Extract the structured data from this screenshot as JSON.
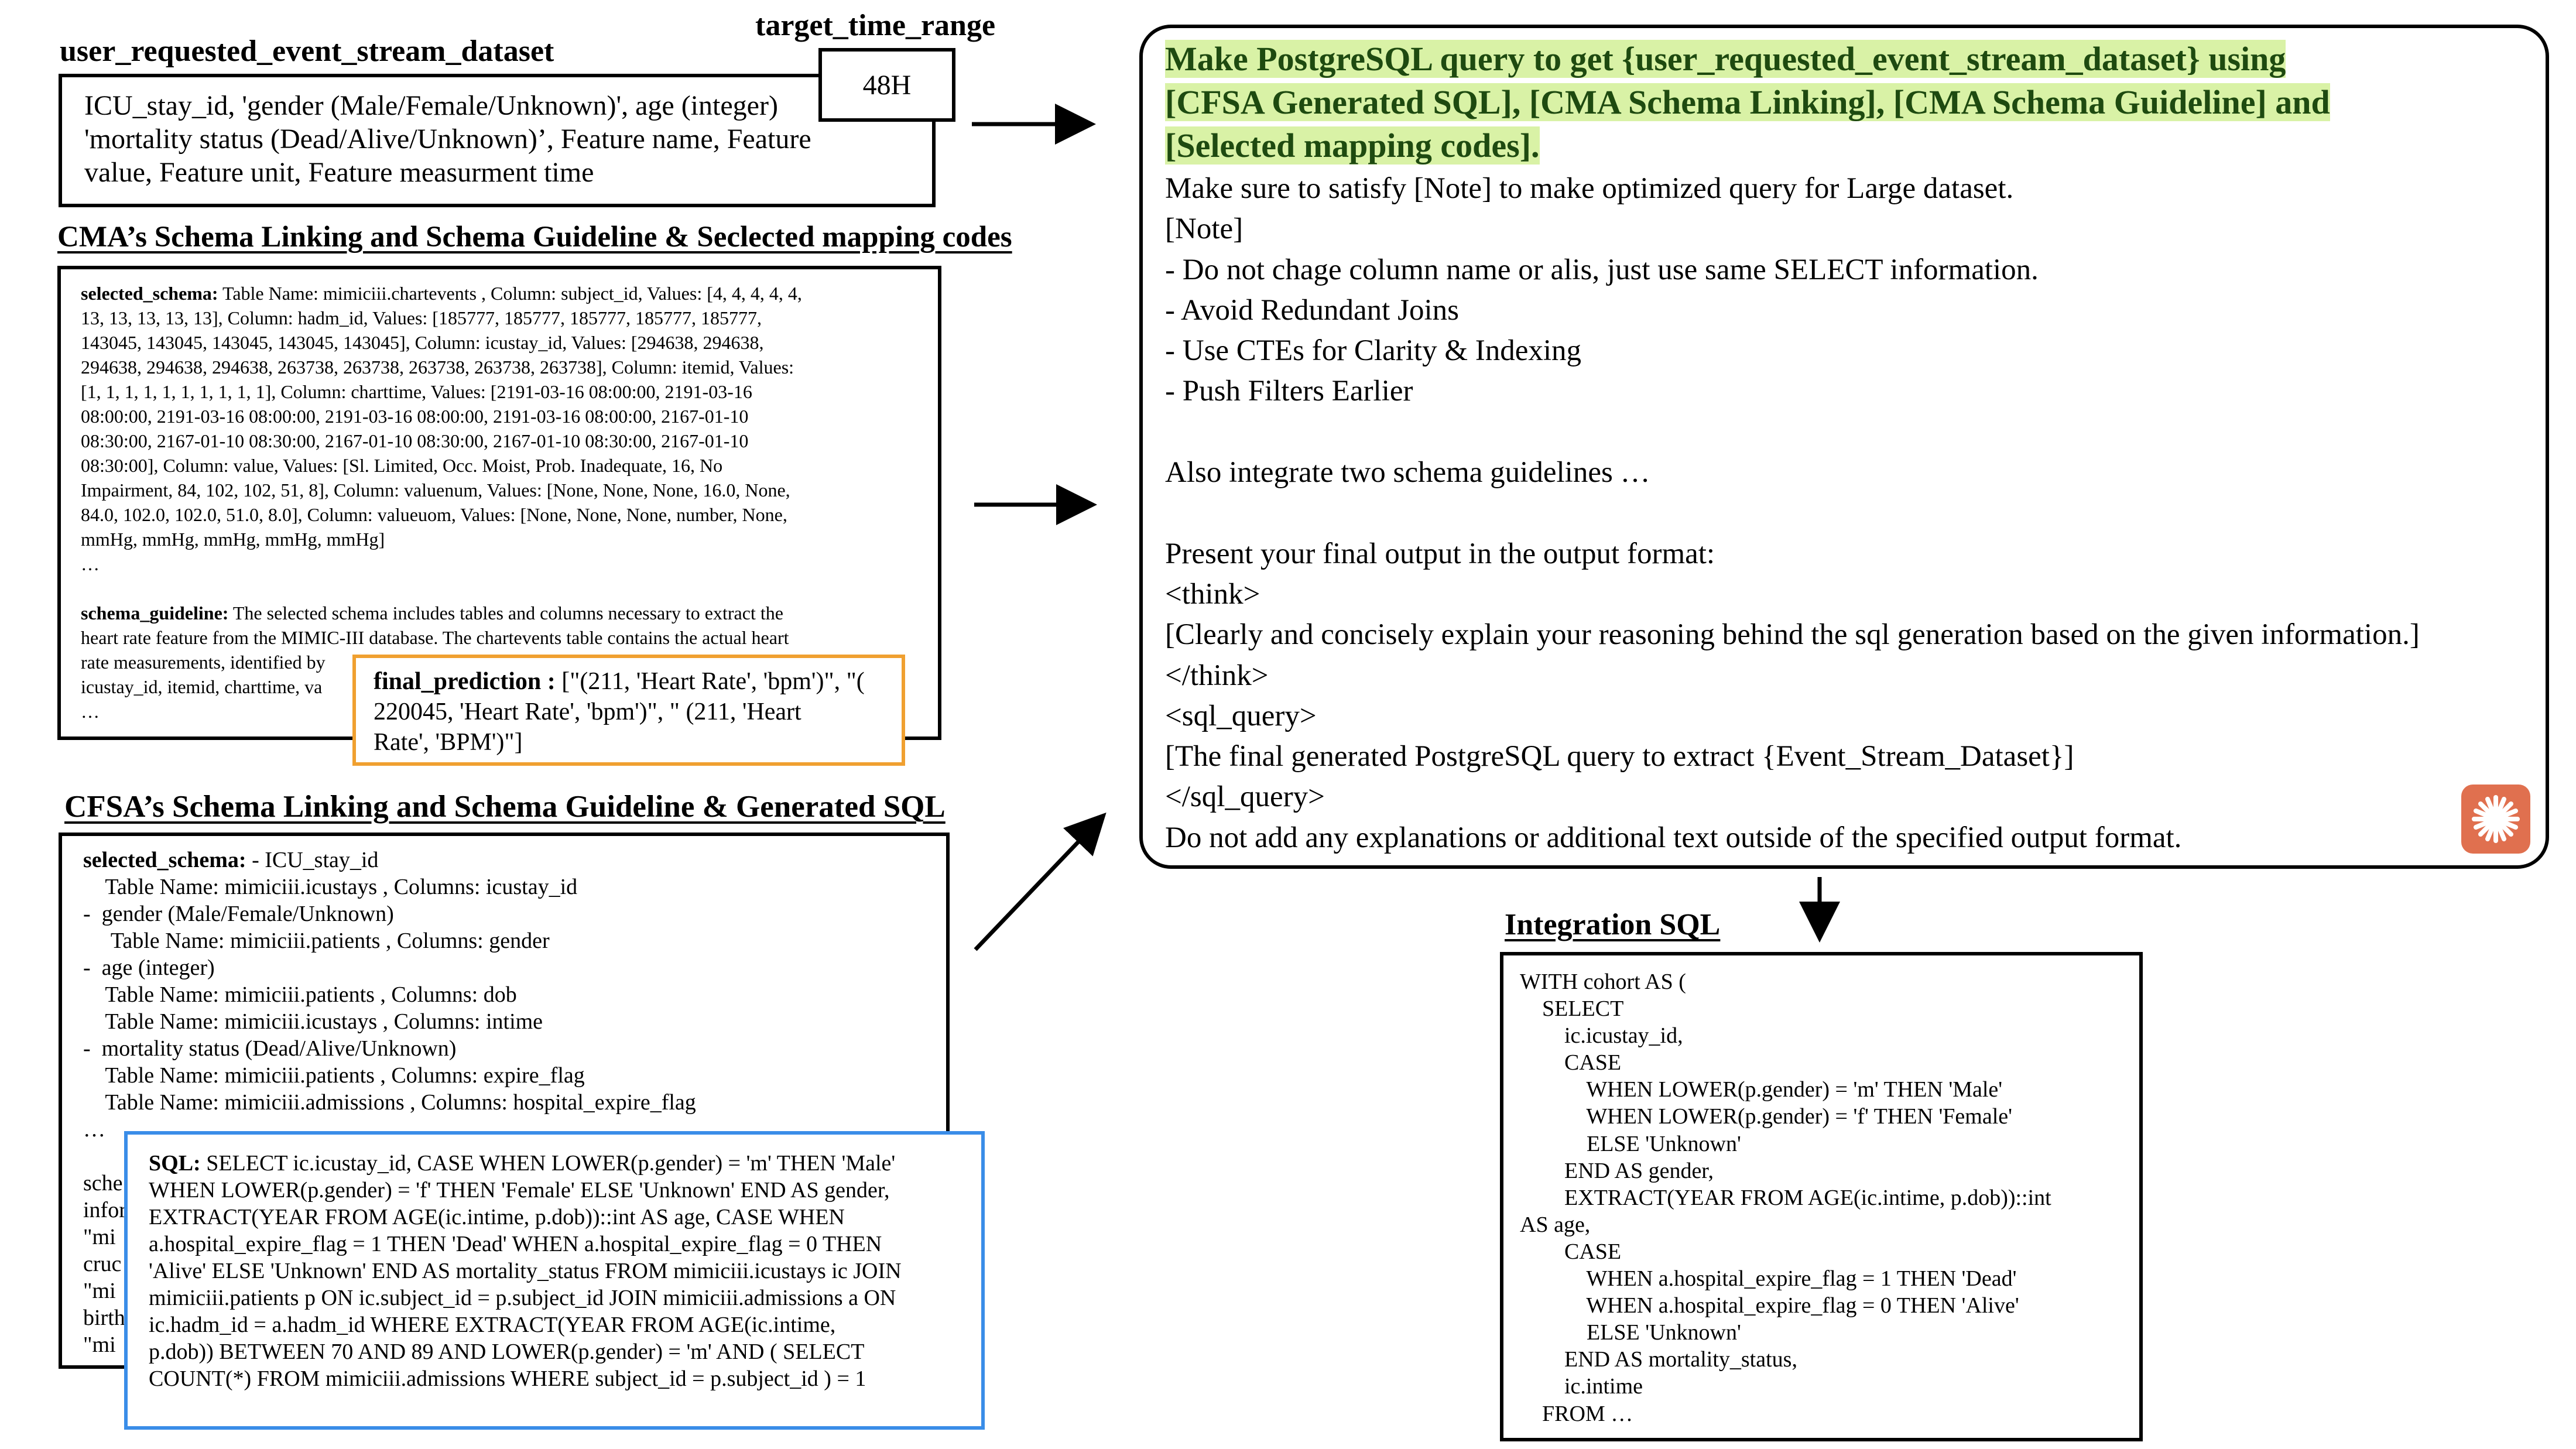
{
  "event_stream": {
    "heading": "user_requested_event_stream_dataset",
    "text": "ICU_stay_id, 'gender (Male/Female/Unknown)', age (integer)\n'mortality status (Dead/Alive/Unknown)’, Feature name, Feature\nvalue, Feature unit, Feature measurment time"
  },
  "target_time_range": {
    "heading": "target_time_range",
    "value": "48H"
  },
  "cma": {
    "heading": "CMA’s Schema Linking and Schema Guideline & Seclected mapping codes",
    "selected_schema_label": "selected_schema:",
    "selected_schema_text": " Table Name: mimiciii.chartevents , Column: subject_id, Values: [4, 4, 4, 4, 4,\n13, 13, 13, 13, 13], Column: hadm_id, Values: [185777, 185777, 185777, 185777, 185777,\n143045, 143045, 143045, 143045, 143045], Column: icustay_id, Values: [294638, 294638,\n294638, 294638, 294638, 263738, 263738, 263738, 263738, 263738], Column: itemid, Values:\n[1, 1, 1, 1, 1, 1, 1, 1, 1, 1], Column: charttime, Values: [2191-03-16 08:00:00, 2191-03-16\n08:00:00, 2191-03-16 08:00:00, 2191-03-16 08:00:00, 2191-03-16 08:00:00, 2167-01-10\n08:30:00, 2167-01-10 08:30:00, 2167-01-10 08:30:00, 2167-01-10 08:30:00, 2167-01-10\n08:30:00], Column: value, Values: [Sl. Limited, Occ. Moist, Prob. Inadequate, 16, No\nImpairment, 84, 102, 102, 51, 8], Column: valuenum, Values: [None, None, None, 16.0, None,\n84.0, 102.0, 102.0, 51.0, 8.0], Column: valueuom, Values: [None, None, None, number, None,\nmmHg, mmHg, mmHg, mmHg, mmHg]\n…",
    "schema_guideline_label": "schema_guideline:",
    "schema_guideline_text": " The selected schema includes tables and columns necessary to extract the\nheart rate feature from the MIMIC-III database. The chartevents table contains the actual heart\nrate measurements, identified by\nicustay_id, itemid, charttime, va\n…",
    "final_prediction_label": "final_prediction :",
    "final_prediction_text": " [\"(211, 'Heart Rate', 'bpm')\", \"(\n220045, 'Heart Rate', 'bpm')\", \" (211, 'Heart\nRate', 'BPM')\"]"
  },
  "cfsa": {
    "heading": "CFSA’s Schema Linking and Schema Guideline & Generated SQL",
    "selected_schema_label": "selected_schema:",
    "selected_schema_text": " - ICU_stay_id\n    Table Name: mimiciii.icustays , Columns: icustay_id\n-  gender (Male/Female/Unknown)\n     Table Name: mimiciii.patients , Columns: gender\n-  age (integer)\n    Table Name: mimiciii.patients , Columns: dob\n    Table Name: mimiciii.icustays , Columns: intime\n-  mortality status (Dead/Alive/Unknown)\n    Table Name: mimiciii.patients , Columns: expire_flag\n    Table Name: mimiciii.admissions , Columns: hospital_expire_flag\n…",
    "hidden_lines": "sche\ninfor\n\"mi\ncruc\n\"mi\nbirth\n\"mi",
    "sql_label": "SQL:",
    "sql_text": " SELECT ic.icustay_id, CASE WHEN LOWER(p.gender) = 'm' THEN 'Male'\nWHEN LOWER(p.gender) = 'f' THEN 'Female' ELSE 'Unknown' END AS gender,\nEXTRACT(YEAR FROM AGE(ic.intime, p.dob))::int AS age, CASE WHEN\na.hospital_expire_flag = 1 THEN 'Dead' WHEN a.hospital_expire_flag = 0 THEN\n'Alive' ELSE 'Unknown' END AS mortality_status FROM mimiciii.icustays ic JOIN\nmimiciii.patients p ON ic.subject_id = p.subject_id JOIN mimiciii.admissions a ON\nic.hadm_id = a.hadm_id WHERE EXTRACT(YEAR FROM AGE(ic.intime,\np.dob)) BETWEEN 70 AND 89 AND LOWER(p.gender) = 'm' AND ( SELECT\nCOUNT(*) FROM mimiciii.admissions WHERE subject_id = p.subject_id ) = 1"
  },
  "prompt": {
    "highlight": "Make PostgreSQL query to get {user_requested_event_stream_dataset} using\n[CFSA Generated SQL], [CMA Schema Linking], [CMA Schema Guideline] and\n[Selected mapping codes].",
    "body": "Make sure to satisfy [Note] to make optimized query for Large dataset.\n[Note]\n- Do not chage column name or alis, just use same SELECT information.\n- Avoid Redundant Joins\n- Use CTEs for Clarity & Indexing\n- Push Filters Earlier\n\nAlso integrate two schema guidelines …\n\nPresent your final output in the output format:\n<think>\n[Clearly and concisely explain your reasoning behind the sql generation based on the given information.]\n</think>\n<sql_query>\n[The final generated PostgreSQL query to extract {Event_Stream_Dataset}]\n</sql_query>\nDo not add any explanations or additional text outside of the specified output format.",
    "logo_icon": "asterisk-burst-icon"
  },
  "integration": {
    "heading": "Integration SQL",
    "sql": "WITH cohort AS (\n    SELECT\n        ic.icustay_id,\n        CASE\n            WHEN LOWER(p.gender) = 'm' THEN 'Male'\n            WHEN LOWER(p.gender) = 'f' THEN 'Female'\n            ELSE 'Unknown'\n        END AS gender,\n        EXTRACT(YEAR FROM AGE(ic.intime, p.dob))::int\nAS age,\n        CASE\n            WHEN a.hospital_expire_flag = 1 THEN 'Dead'\n            WHEN a.hospital_expire_flag = 0 THEN 'Alive'\n            ELSE 'Unknown'\n        END AS mortality_status,\n        ic.intime\n    FROM …"
  },
  "colors": {
    "highlight": "#d9f2a6",
    "final_prediction_border": "#f0a030",
    "sql_border": "#3a8de8",
    "logo_bg": "#e0704f"
  }
}
